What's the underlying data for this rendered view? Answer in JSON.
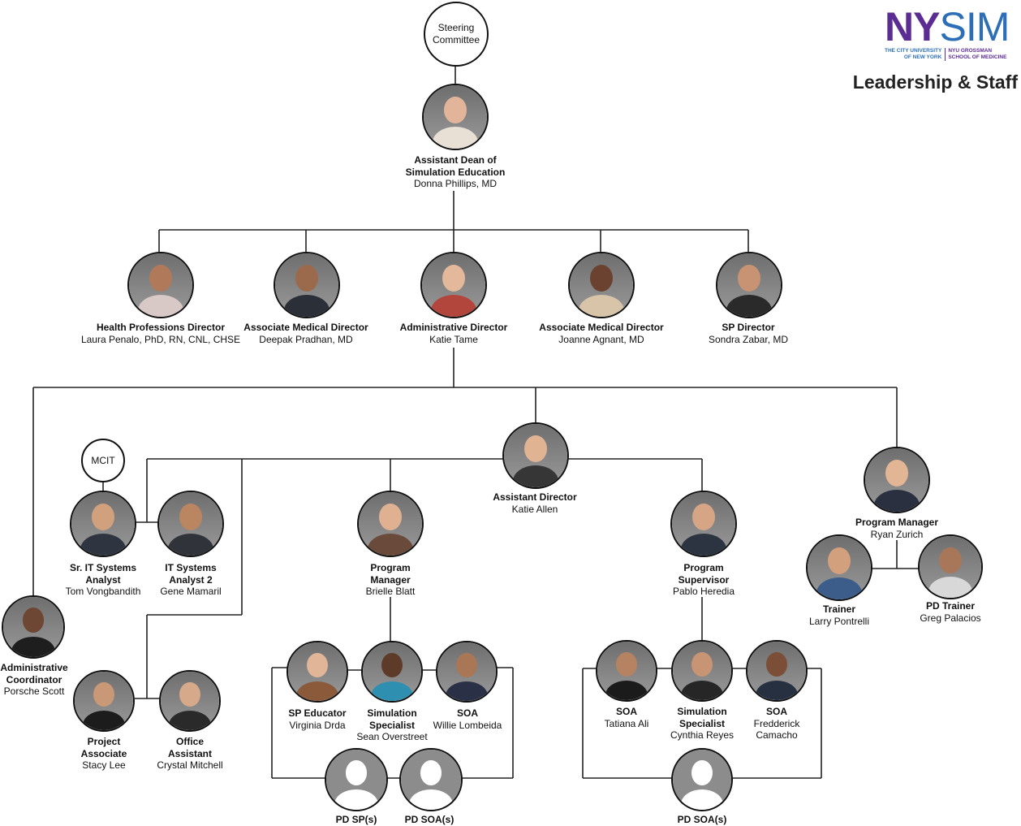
{
  "logo": {
    "part1": "NY",
    "part2": "SIM",
    "cuny_line1": "THE CITY UNIVERSITY",
    "cuny_line2": "OF NEW YORK",
    "nyu_line1": "NYU GROSSMAN",
    "nyu_line2": "SCHOOL OF MEDICINE",
    "color_ny": "#5b2c91",
    "color_sim": "#2d6fb7"
  },
  "page_title": "Leadership & Staff",
  "nodes": {
    "steering": {
      "text1": "Steering",
      "text2": "Committee"
    },
    "mcit": {
      "text": "MCIT"
    },
    "dean": {
      "t1": "Assistant Dean of",
      "t2": "Simulation Education",
      "name": "Donna Phillips, MD"
    },
    "hpd": {
      "t1": "Health Professions Director",
      "name": "Laura Penalo, PhD, RN, CNL, CHSE"
    },
    "amd1": {
      "t1": "Associate Medical Director",
      "name": "Deepak Pradhan, MD"
    },
    "admin": {
      "t1": "Administrative Director",
      "name": "Katie Tame"
    },
    "amd2": {
      "t1": "Associate Medical Director",
      "name": "Joanne Agnant, MD"
    },
    "spd": {
      "t1": "SP Director",
      "name": "Sondra Zabar, MD"
    },
    "asstdir": {
      "t1": "Assistant Director",
      "name": "Katie Allen"
    },
    "srit": {
      "t1": "Sr. IT Systems",
      "t2": "Analyst",
      "name": "Tom Vongbandith"
    },
    "it2": {
      "t1": "IT Systems",
      "t2": "Analyst 2",
      "name": "Gene Mamaril"
    },
    "pm1": {
      "t1": "Program",
      "t2": "Manager",
      "name": "Brielle Blatt"
    },
    "ps": {
      "t1": "Program",
      "t2": "Supervisor",
      "name": "Pablo Heredia"
    },
    "pm2": {
      "t1": "Program Manager",
      "name": "Ryan Zurich"
    },
    "trainer": {
      "t1": "Trainer",
      "name": "Larry Pontrelli"
    },
    "pdtrainer": {
      "t1": "PD Trainer",
      "name": "Greg Palacios"
    },
    "adcoord": {
      "t1": "Administrative",
      "t2": "Coordinator",
      "name": "Porsche Scott"
    },
    "projassoc": {
      "t1": "Project",
      "t2": "Associate",
      "name": "Stacy Lee"
    },
    "officeasst": {
      "t1": "Office",
      "t2": "Assistant",
      "name": "Crystal Mitchell"
    },
    "speducator": {
      "t1": "SP Educator",
      "name": "Virginia Drda"
    },
    "simspec1": {
      "t1": "Simulation",
      "t2": "Specialist",
      "name": "Sean Overstreet"
    },
    "soa1": {
      "t1": "SOA",
      "name": "Willie Lombeida"
    },
    "soa2": {
      "t1": "SOA",
      "name": "Tatiana Ali"
    },
    "simspec2": {
      "t1": "Simulation",
      "t2": "Specialist",
      "name": "Cynthia Reyes"
    },
    "soa3": {
      "t1": "SOA",
      "t2": "Fredderick",
      "name": "Camacho"
    },
    "pdsp": {
      "t1": "PD SP(s)"
    },
    "pdsoa1": {
      "t1": "PD SOA(s)"
    },
    "pdsoa2": {
      "t1": "PD SOA(s)"
    }
  }
}
